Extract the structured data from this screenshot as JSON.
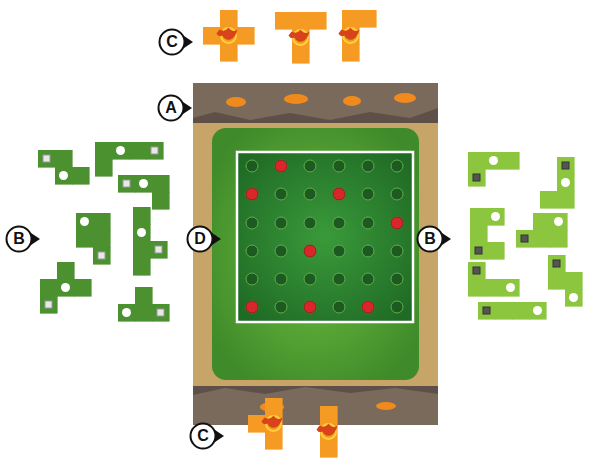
{
  "diagram": {
    "nodes": [
      {
        "text": [
          "C"
        ]
      },
      {
        "text": [
          "A"
        ]
      },
      {
        "text": [
          "B"
        ]
      },
      {
        "text": [
          "D"
        ]
      },
      {
        "text": [
          "B"
        ]
      },
      {
        "text": [
          "C"
        ]
      }
    ]
  }
}
